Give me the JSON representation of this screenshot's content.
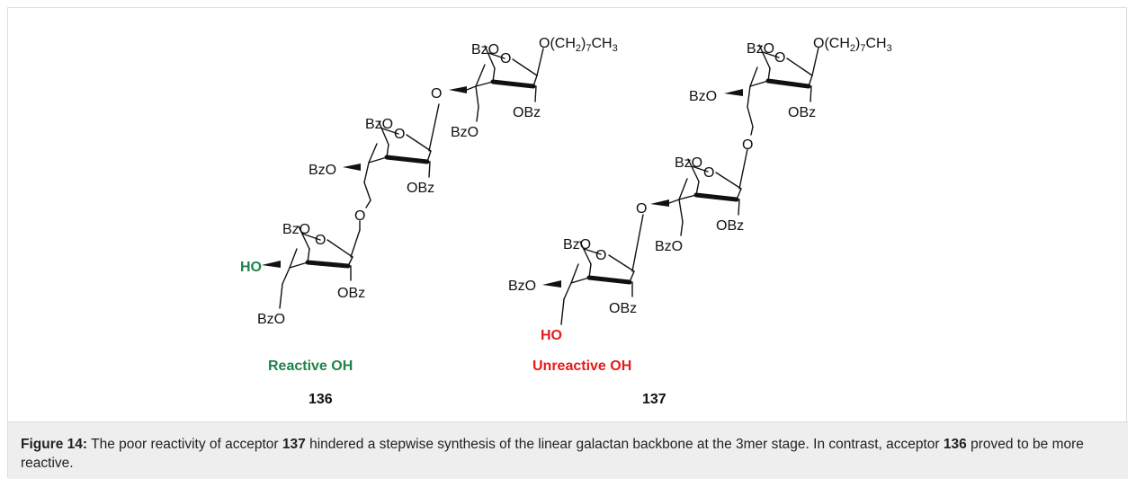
{
  "compounds": [
    {
      "id": "136",
      "note": "Reactive OH",
      "note_color": "#1e8449",
      "oh_label": "HO",
      "oh_color": "#1e8449"
    },
    {
      "id": "137",
      "note": "Unreactive OH",
      "note_color": "#e31b1b",
      "oh_label": "HO",
      "oh_color": "#e31b1b"
    }
  ],
  "labels": {
    "bzo": "BzO",
    "obz": "OBz",
    "ring_o": "O",
    "link_o": "O",
    "aglycone_o": "O(CH",
    "aglycone_sub": "2",
    "aglycone_rest": ")",
    "aglycone_sub2": "7",
    "aglycone_end": "CH",
    "aglycone_sub3": "3"
  },
  "caption": {
    "label": "Figure 14:",
    "t1": " The poor reactivity of acceptor ",
    "b1": "137",
    "t2": " hindered a stepwise synthesis of the linear galactan backbone at the 3mer stage. In contrast, acceptor ",
    "b2": "136",
    "t3": " proved to be more reactive."
  }
}
